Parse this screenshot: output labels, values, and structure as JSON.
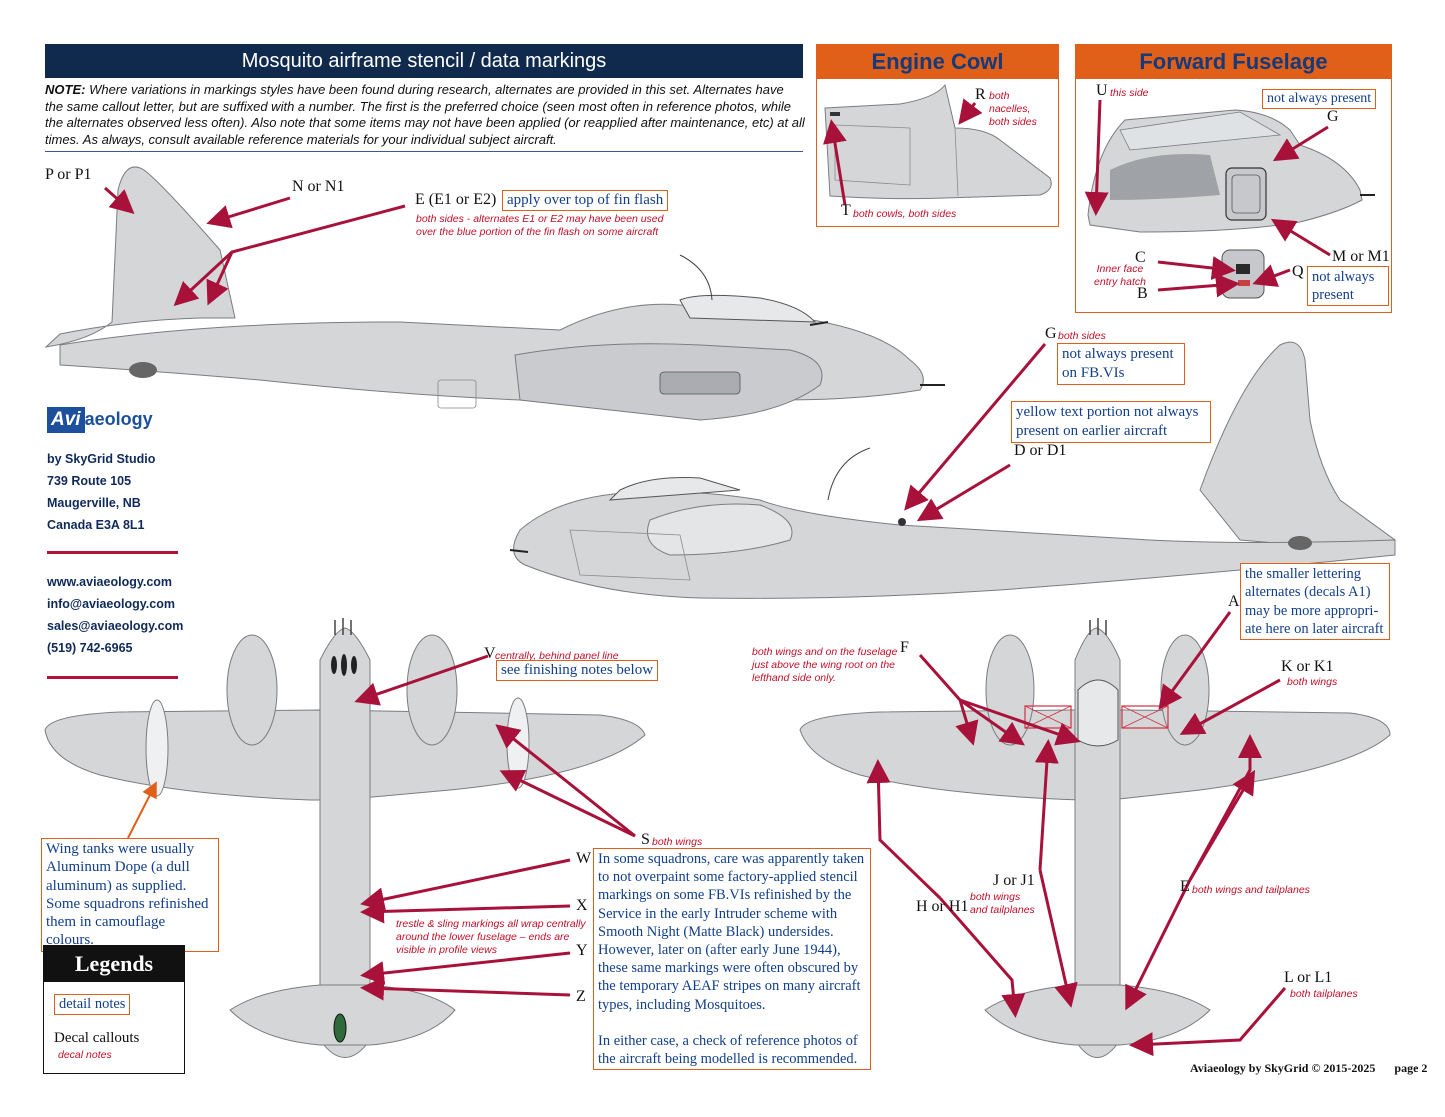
{
  "header": {
    "title": "Mosquito  airframe stencil / data markings"
  },
  "note": {
    "lead": "NOTE:",
    "text": " Where variations in markings styles have been found during research, alternates are provided in this set. Alternates have the same callout letter, but are suffixed with a number. The first is the preferred choice (seen most often in reference photos, while the alternates observed less often).  Also note that some items may not have been applied (or reapplied after maintenance, etc) at all times. As always, consult available reference materials for your individual subject aircraft."
  },
  "engine_cowl": {
    "title": "Engine Cowl",
    "r_label": "R",
    "r_note": "both nacelles, both sides",
    "t_label": "T",
    "t_note": "both cowls, both sides"
  },
  "forward_fuselage": {
    "title": "Forward Fuselage",
    "u_label": "U",
    "u_note": "this side",
    "not_always_1": "not always present",
    "g_label": "G",
    "c_label": "C",
    "b_label": "B",
    "inner_note": "Inner face entry hatch",
    "m_label": "M or M1",
    "q_label": "Q",
    "not_always_2": "not always present"
  },
  "top_profile": {
    "p_label": "P or P1",
    "n_label": "N or N1",
    "e_label": "E (E1 or E2)",
    "e_box": "apply over top of fin flash",
    "e_note": "both sides - alternates E1 or E2 may have been used over the blue portion of the fin flash on some aircraft"
  },
  "bottom_profile": {
    "g_label": "G",
    "g_note": "both sides",
    "fb_box": "not always present on FB.VIs",
    "yellow_box": "yellow text portion not always present on earlier aircraft",
    "d_label": "D or D1"
  },
  "brand": {
    "logo_a": "Avi",
    "logo_b": "aeology",
    "studio": "by SkyGrid Studio",
    "addr1": "739 Route 105",
    "addr2": "Maugerville, NB",
    "addr3": "Canada E3A 8L1",
    "web": "www.aviaeology.com",
    "email1": "info@aviaeology.com",
    "email2": "sales@aviaeology.com",
    "phone": "(519) 742-6965"
  },
  "underside": {
    "v_label": "V",
    "v_note": "centrally, behind panel line",
    "v_box": "see finishing notes below",
    "s_label": "S",
    "s_note": "both wings",
    "w_label": "W",
    "x_label": "X",
    "y_label": "Y",
    "z_label": "Z",
    "trestle_note": "trestle & sling markings all wrap centrally around the lower fuselage – ends are visible in profile views",
    "wingtank_box": "Wing tanks were usually Aluminum Dope (a dull aluminum) as supplied. Some squadrons refinished them in camouflage colours.",
    "squadron_p1": "In some squadrons, care was apparently taken to not overpaint some factory-applied stencil markings on some FB.VIs refinished by the Service in the early Intruder scheme with Smooth Night (Matte Black) undersides. However, later on (after early June 1944), these same markings were often obscured by the temporary AEAF stripes on many aircraft types, including Mosquitoes.",
    "squadron_p2": "In either case, a check of reference photos of the aircraft being modelled is recommended."
  },
  "topside": {
    "a_label": "A",
    "a_box": "the smaller lettering alternates (decals A1) may be more appropri-ate here on later aircraft",
    "f_label": "F",
    "f_note": "both wings and on the fuselage just above the wing root on the lefthand side only.",
    "k_label": "K or K1",
    "k_note": "both wings",
    "j_label": "J or J1",
    "j_note": "both wings and tailplanes",
    "h_label": "H or H1",
    "e_label": "E",
    "e_note": "both wings and tailplanes",
    "l_label": "L or L1",
    "l_note": "both tailplanes"
  },
  "legend": {
    "title": "Legends",
    "detail": "detail notes",
    "decal": "Decal callouts",
    "decal_note": "decal notes"
  },
  "footer": {
    "credit": "Aviaeology by SkyGrid © 2015-2025",
    "page": "page 2"
  },
  "colors": {
    "navy": "#0f2a4d",
    "orange": "#e0601a",
    "crimson": "#a8123a",
    "grey": "#d4d6d8",
    "blue_text": "#123f8a"
  }
}
